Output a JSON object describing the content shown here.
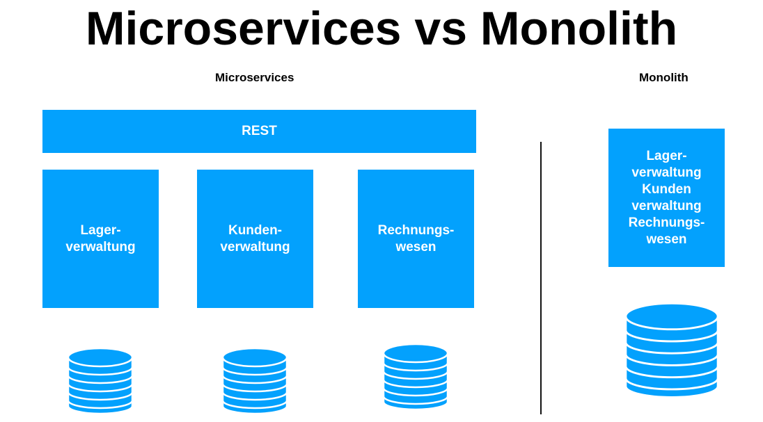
{
  "title": "Microservices vs Monolith",
  "sections": {
    "microservices": {
      "label": "Microservices",
      "gateway": "REST",
      "services": [
        {
          "label": "Lager-\nverwaltung"
        },
        {
          "label": "Kunden-\nverwaltung"
        },
        {
          "label": "Rechnungs-\nwesen"
        }
      ],
      "databases": [
        "database-icon",
        "database-icon",
        "database-icon"
      ]
    },
    "monolith": {
      "label": "Monolith",
      "app": "Lager-\nverwaltung\nKunden\nverwaltung\nRechnungs-\nwesen",
      "database": "database-icon"
    }
  },
  "colors": {
    "accent": "#03a1fd",
    "text": "#000000",
    "box_text": "#ffffff"
  }
}
